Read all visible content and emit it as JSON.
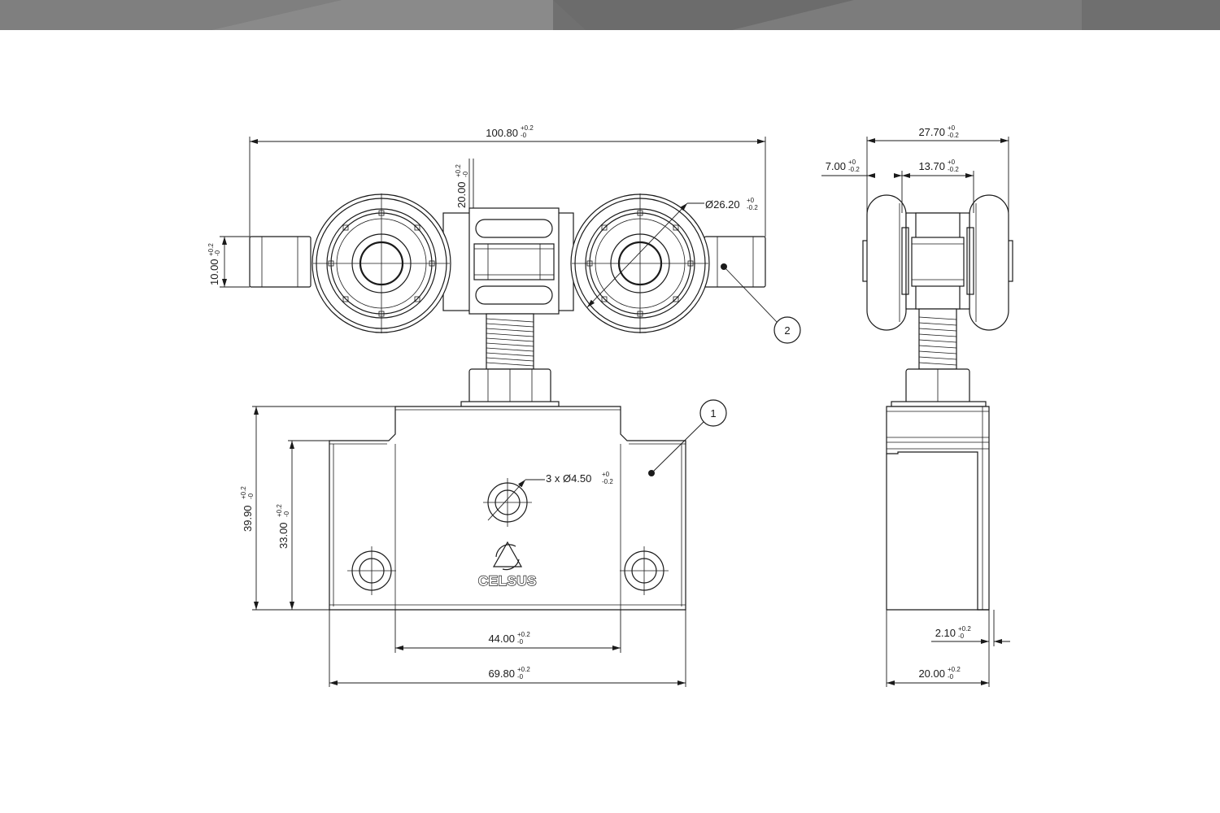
{
  "colors": {
    "banner_dark": "#707070",
    "banner_light": "#8a8a8a",
    "line": "#1a1a1a",
    "background": "#ffffff"
  },
  "dimensions": {
    "overall_length": {
      "value": "100.80",
      "upper": "+0.2",
      "lower": "-0"
    },
    "stem_width": {
      "value": "20.00",
      "upper": "+0.2",
      "lower": "-0"
    },
    "wheel_diameter": {
      "value": "Ø26.20",
      "upper": "+0",
      "lower": "-0.2"
    },
    "axle_height": {
      "value": "10.00",
      "upper": "+0.2",
      "lower": "-0"
    },
    "bracket_height": {
      "value": "39.90",
      "upper": "+0.2",
      "lower": "-0"
    },
    "flange_height": {
      "value": "33.00",
      "upper": "+0.2",
      "lower": "-0"
    },
    "holes": {
      "value": "3 x Ø4.50",
      "upper": "+0",
      "lower": "-0.2"
    },
    "bracket_inner_width": {
      "value": "44.00",
      "upper": "+0.2",
      "lower": "-0"
    },
    "bracket_outer_width": {
      "value": "69.80",
      "upper": "+0.2",
      "lower": "-0"
    },
    "side_width": {
      "value": "27.70",
      "upper": "+0",
      "lower": "-0.2"
    },
    "side_wheel_width": {
      "value": "7.00",
      "upper": "+0",
      "lower": "-0.2"
    },
    "side_axle_width": {
      "value": "13.70",
      "upper": "+0",
      "lower": "-0.2"
    },
    "plate_thickness": {
      "value": "2.10",
      "upper": "+0.2",
      "lower": "-0"
    },
    "side_bracket_width": {
      "value": "20.00",
      "upper": "+0.2",
      "lower": "-0"
    }
  },
  "balloons": {
    "bracket": "1",
    "roller": "2"
  },
  "logo": {
    "text": "CELSUS"
  }
}
